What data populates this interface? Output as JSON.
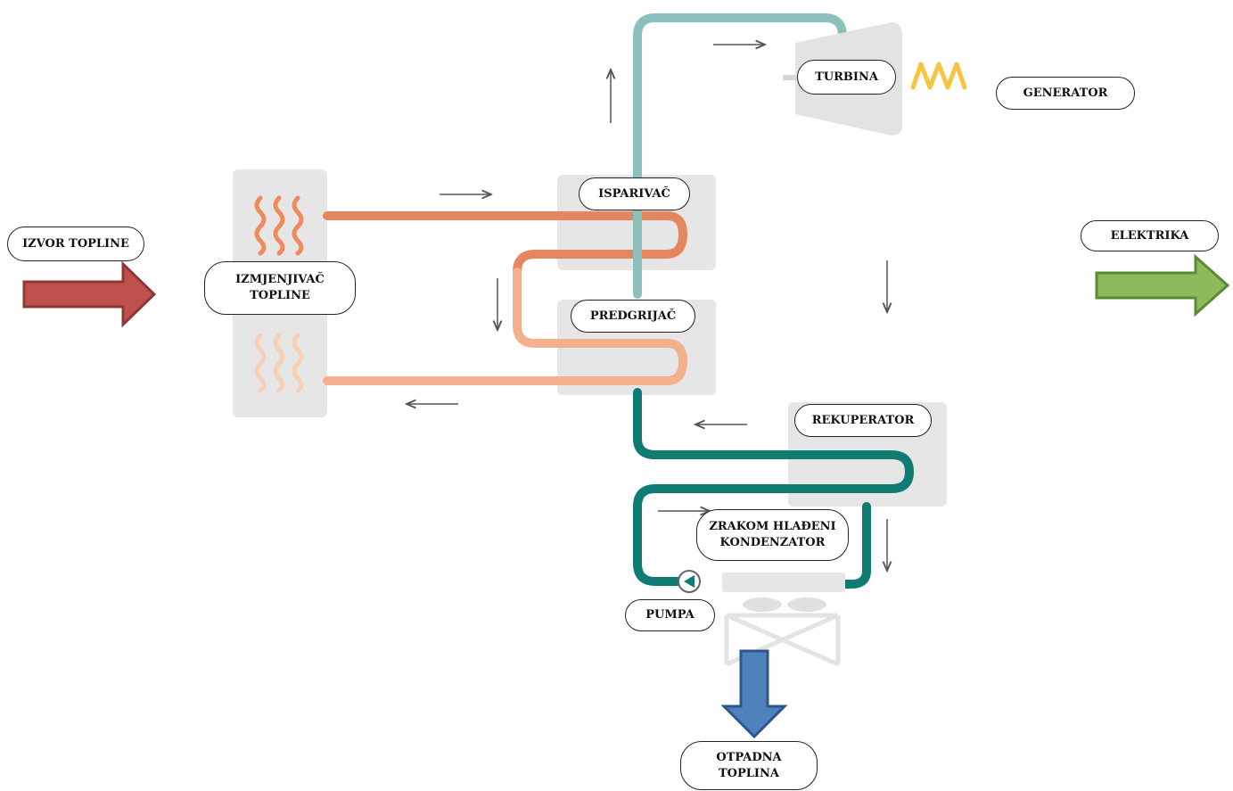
{
  "labels": {
    "izvor_topline": "IZVOR TOPLINE",
    "izmjenjivac_topline": "IZMJENJIVAČ\nTOPLINE",
    "isparivac": "ISPARIVAČ",
    "predgrijac": "PREDGRIJAČ",
    "turbina": "TURBINA",
    "generator": "GENERATOR",
    "elektrika": "ELEKTRIKA",
    "rekuperator": "REKUPERATOR",
    "kondenzator": "ZRAKOM HLAĐENI\nKONDENZATOR",
    "pumpa": "PUMPA",
    "otpadna_toplina": "OTPADNA\nTOPLINA"
  },
  "colors": {
    "heat_source_arrow": "#c0504d",
    "electricity_arrow": "#77a34a",
    "waste_heat_arrow": "#4f81bd",
    "hot_loop": "#e4875f",
    "warm_loop": "#f2b08d",
    "cool_loop": "#f6c9ad",
    "vapor_pipe": "#8dc0bc",
    "liquid_pipe": "#0e7c72",
    "component_box": "#e6e6e6",
    "generator_wave": "#f5c542"
  },
  "icons": [
    "heat-wave-icon",
    "fan-icon",
    "pump-icon",
    "generator-wave-icon",
    "flow-direction-arrow"
  ]
}
